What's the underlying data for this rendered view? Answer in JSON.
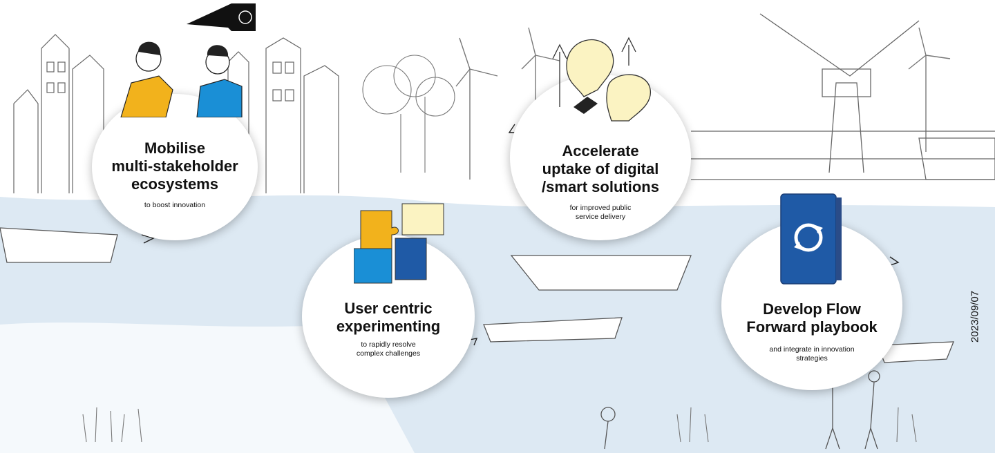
{
  "steps": [
    {
      "title": "Mobilise\nmulti-stakeholder\necosystems",
      "subtitle": "to boost innovation",
      "icon": "people-discussion-icon"
    },
    {
      "title": "User centric\nexperimenting",
      "subtitle": "to rapidly resolve\ncomplex challenges",
      "icon": "puzzle-icon"
    },
    {
      "title": "Accelerate\nuptake of digital\n/smart solutions",
      "subtitle": "for improved public\nservice delivery",
      "icon": "lightbulb-icon"
    },
    {
      "title": "Develop Flow\nForward playbook",
      "subtitle": "and integrate in innovation\nstrategies",
      "icon": "playbook-icon"
    }
  ],
  "date": "2023/09/07",
  "colors": {
    "water": "#dde9f3",
    "yellow": "#f2b21c",
    "blue": "#1a8fd6",
    "dark_blue": "#1f5aa6",
    "cream": "#fbf3c2"
  }
}
